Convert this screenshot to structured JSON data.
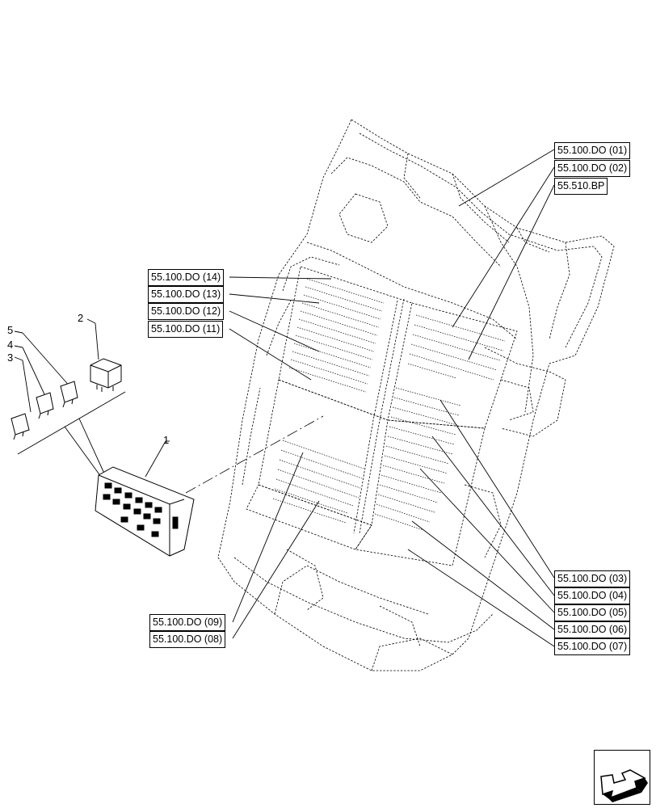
{
  "callouts": {
    "c01": "55.100.DO (01)",
    "c02": "55.100.DO (02)",
    "bp": "55.510.BP",
    "c14": "55.100.DO (14)",
    "c13": "55.100.DO (13)",
    "c12": "55.100.DO (12)",
    "c11": "55.100.DO (11)",
    "c03": "55.100.DO (03)",
    "c04": "55.100.DO (04)",
    "c05": "55.100.DO (05)",
    "c06": "55.100.DO (06)",
    "c07": "55.100.DO (07)",
    "c09": "55.100.DO (09)",
    "c08": "55.100.DO (08)"
  },
  "items": {
    "n1": "1",
    "n2": "2",
    "n3": "3",
    "n4": "4",
    "n5": "5"
  },
  "nav": {
    "icon": "next-page-arrow-icon"
  }
}
